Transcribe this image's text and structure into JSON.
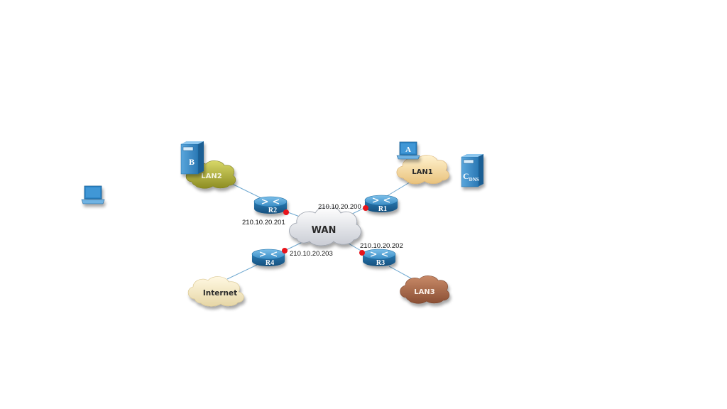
{
  "colors": {
    "router_top": "#4a9cd0",
    "router_side": "#1f6fa6",
    "link": "#6fa8d0",
    "interface_dot": "#e8141b",
    "lan1_cloud": "#f6d9a0",
    "lan2_cloud": "#b3b33a",
    "lan3_cloud": "#a86a4a",
    "internet_cloud": "#f3e6c0",
    "wan_cloud": "#eef0f4",
    "server": "#3b8cc9",
    "laptop": "#2f86c8"
  },
  "wan": {
    "label": "WAN"
  },
  "lans": {
    "lan1": "LAN1",
    "lan2": "LAN2",
    "lan3": "LAN3",
    "internet": "Internet"
  },
  "routers": {
    "r1": "R1",
    "r2": "R2",
    "r3": "R3",
    "r4": "R4"
  },
  "interfaces": {
    "r1": "210.10.20.200",
    "r2": "210.10.20.201",
    "r3": "210.10.20.202",
    "r4": "210.10.20.203"
  },
  "hosts": {
    "a": "A",
    "b": "B",
    "c": "C",
    "c_sub": "DNS"
  }
}
